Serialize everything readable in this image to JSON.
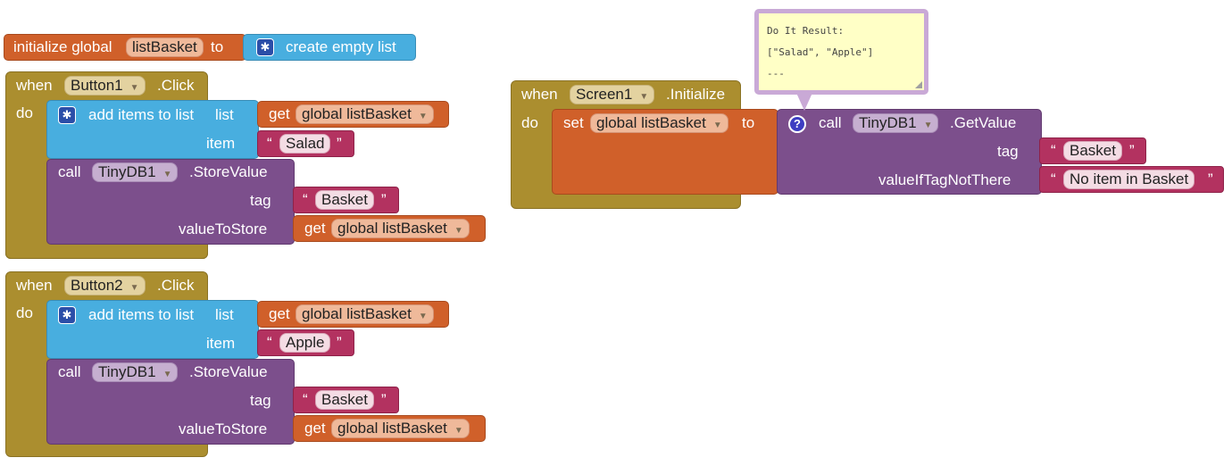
{
  "global_init": {
    "prefix": "initialize global",
    "name": "listBasket",
    "to": "to",
    "value_block": "create empty list"
  },
  "button1_handler": {
    "when": "when",
    "component": "Button1",
    "event": ".Click",
    "do": "do",
    "add_items": {
      "label": "add items to list",
      "list_socket": "list",
      "item_socket": "item",
      "get": "get",
      "list_var": "global listBasket",
      "item_value": "Salad"
    },
    "store_call": {
      "call": "call",
      "component": "TinyDB1",
      "method": ".StoreValue",
      "tag_socket": "tag",
      "tag_value": "Basket",
      "value_socket": "valueToStore",
      "get": "get",
      "value_var": "global listBasket"
    }
  },
  "button2_handler": {
    "when": "when",
    "component": "Button2",
    "event": ".Click",
    "do": "do",
    "add_items": {
      "label": "add items to list",
      "list_socket": "list",
      "item_socket": "item",
      "get": "get",
      "list_var": "global listBasket",
      "item_value": "Apple"
    },
    "store_call": {
      "call": "call",
      "component": "TinyDB1",
      "method": ".StoreValue",
      "tag_socket": "tag",
      "tag_value": "Basket",
      "value_socket": "valueToStore",
      "get": "get",
      "value_var": "global listBasket"
    }
  },
  "screen_handler": {
    "when": "when",
    "component": "Screen1",
    "event": ".Initialize",
    "do": "do",
    "set": "set",
    "set_var": "global listBasket",
    "to": "to",
    "call": "call",
    "component2": "TinyDB1",
    "method": ".GetValue",
    "tag_socket": "tag",
    "tag_value": "Basket",
    "default_socket": "valueIfTagNotThere",
    "default_value": "No item in Basket"
  },
  "do_it_result": {
    "title": "Do It Result:",
    "value": "[\"Salad\", \"Apple\"]",
    "separator": "---"
  },
  "colors": {
    "event": "#ab8e2f",
    "variable": "#d0602a",
    "list": "#48aedf",
    "component": "#7c4f8c",
    "text": "#b33260"
  },
  "icons": {
    "gear": "gear-icon",
    "help": "question-icon",
    "dropdown": "chevron-down-icon"
  }
}
